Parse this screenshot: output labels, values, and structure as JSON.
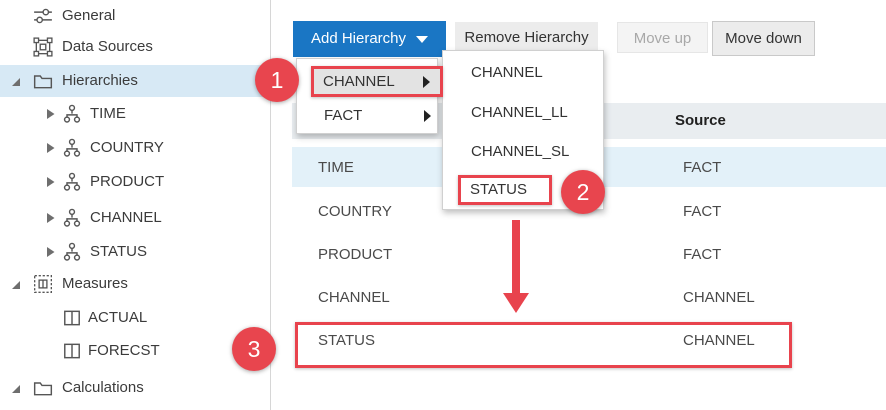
{
  "sidebar": {
    "items": [
      {
        "label": "General"
      },
      {
        "label": "Data Sources"
      },
      {
        "label": "Hierarchies"
      },
      {
        "label": "TIME"
      },
      {
        "label": "COUNTRY"
      },
      {
        "label": "PRODUCT"
      },
      {
        "label": "CHANNEL"
      },
      {
        "label": "STATUS"
      },
      {
        "label": "Measures"
      },
      {
        "label": "ACTUAL"
      },
      {
        "label": "FORECST"
      },
      {
        "label": "Calculations"
      }
    ]
  },
  "toolbar": {
    "add_hierarchy": "Add Hierarchy",
    "remove_hierarchy": "Remove Hierarchy",
    "move_up": "Move up",
    "move_down": "Move down"
  },
  "menu": {
    "items": [
      {
        "label": "CHANNEL"
      },
      {
        "label": "FACT"
      }
    ]
  },
  "submenu": {
    "items": [
      {
        "label": "CHANNEL"
      },
      {
        "label": "CHANNEL_LL"
      },
      {
        "label": "CHANNEL_SL"
      },
      {
        "label": "STATUS"
      }
    ]
  },
  "table": {
    "source_header": "Source",
    "rows": [
      {
        "name": "TIME",
        "source": "FACT"
      },
      {
        "name": "COUNTRY",
        "source": "FACT"
      },
      {
        "name": "PRODUCT",
        "source": "FACT"
      },
      {
        "name": "CHANNEL",
        "source": "CHANNEL"
      },
      {
        "name": "STATUS",
        "source": "CHANNEL"
      }
    ]
  },
  "annotations": {
    "step1": "1",
    "step2": "2",
    "step3": "3"
  },
  "colors": {
    "accent_blue": "#1a76c4",
    "annotation_red": "#e8434d",
    "sidebar_selected": "#d7e9f5",
    "row_selected": "#e3f1f9",
    "table_header_bg": "#e9edf0"
  }
}
